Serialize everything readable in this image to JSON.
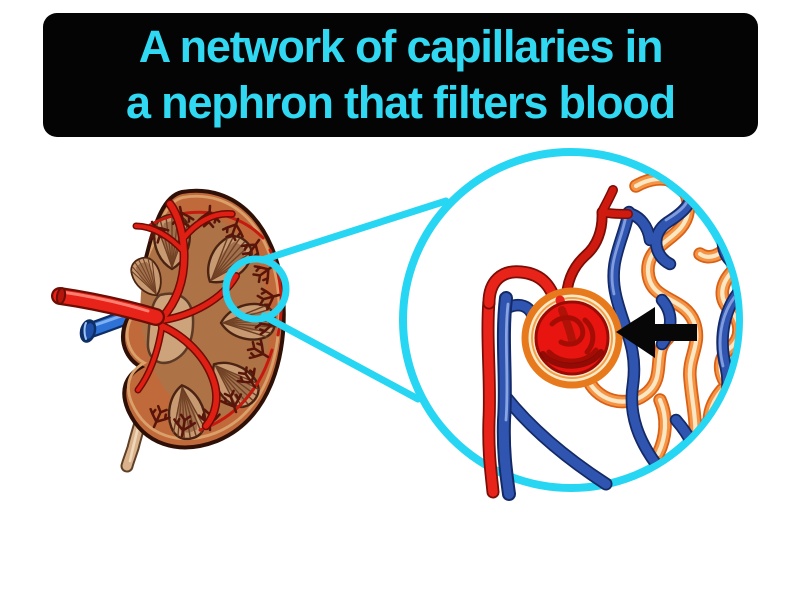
{
  "banner": {
    "line1": "A network of capillaries in",
    "line2": "a nephron that filters blood",
    "background": "#040404",
    "text_color": "#31d8f2"
  },
  "figure": {
    "left_icon": "kidney-cross-section",
    "callout_icon": "magnifier-callout",
    "detail_icon": "glomerulus-in-nephron",
    "pointer_icon": "left-arrow"
  },
  "colors": {
    "accent_cyan": "#26d6f2",
    "arrow_black": "#070707",
    "artery_red": "#e8231a",
    "efferent_crimson": "#cf1a10",
    "vein_blue": "#2f55b0",
    "vein_outline": "#142a66",
    "tubule_orange": "#f59445",
    "tubule_outline": "#d96014",
    "tubule_core": "#fbe7c4",
    "glomerulus_red": "#e81410",
    "capsule_orange": "#e87a1e",
    "capsule_cream": "#fde9c6",
    "kidney_cortex": "#c06a3c",
    "kidney_medulla": "#ad7246",
    "pyramid_tan": "#c89a72",
    "pelvis_tan": "#cda37c",
    "ureter_tan": "#d9b28c",
    "canvas": "#ffffff"
  }
}
